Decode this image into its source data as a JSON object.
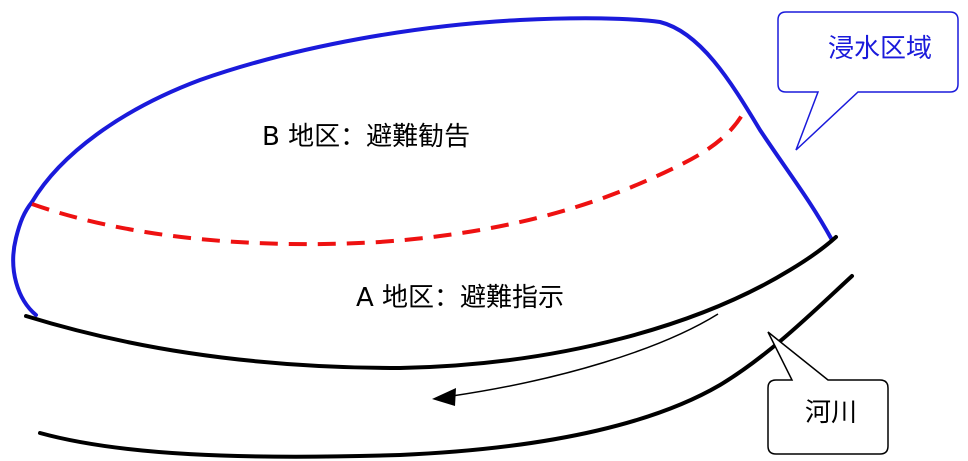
{
  "labels": {
    "area_b": "B 地区：避難勧告",
    "area_a": "A 地区：避難指示"
  },
  "callouts": {
    "flood_area": "浸水区域",
    "river": "河川"
  },
  "colors": {
    "flood_boundary": "#1a1adb",
    "evacuation_divider": "#ee1111",
    "river_bank": "#000000",
    "flood_callout_text": "#1a1adb",
    "river_callout_text": "#000000"
  }
}
